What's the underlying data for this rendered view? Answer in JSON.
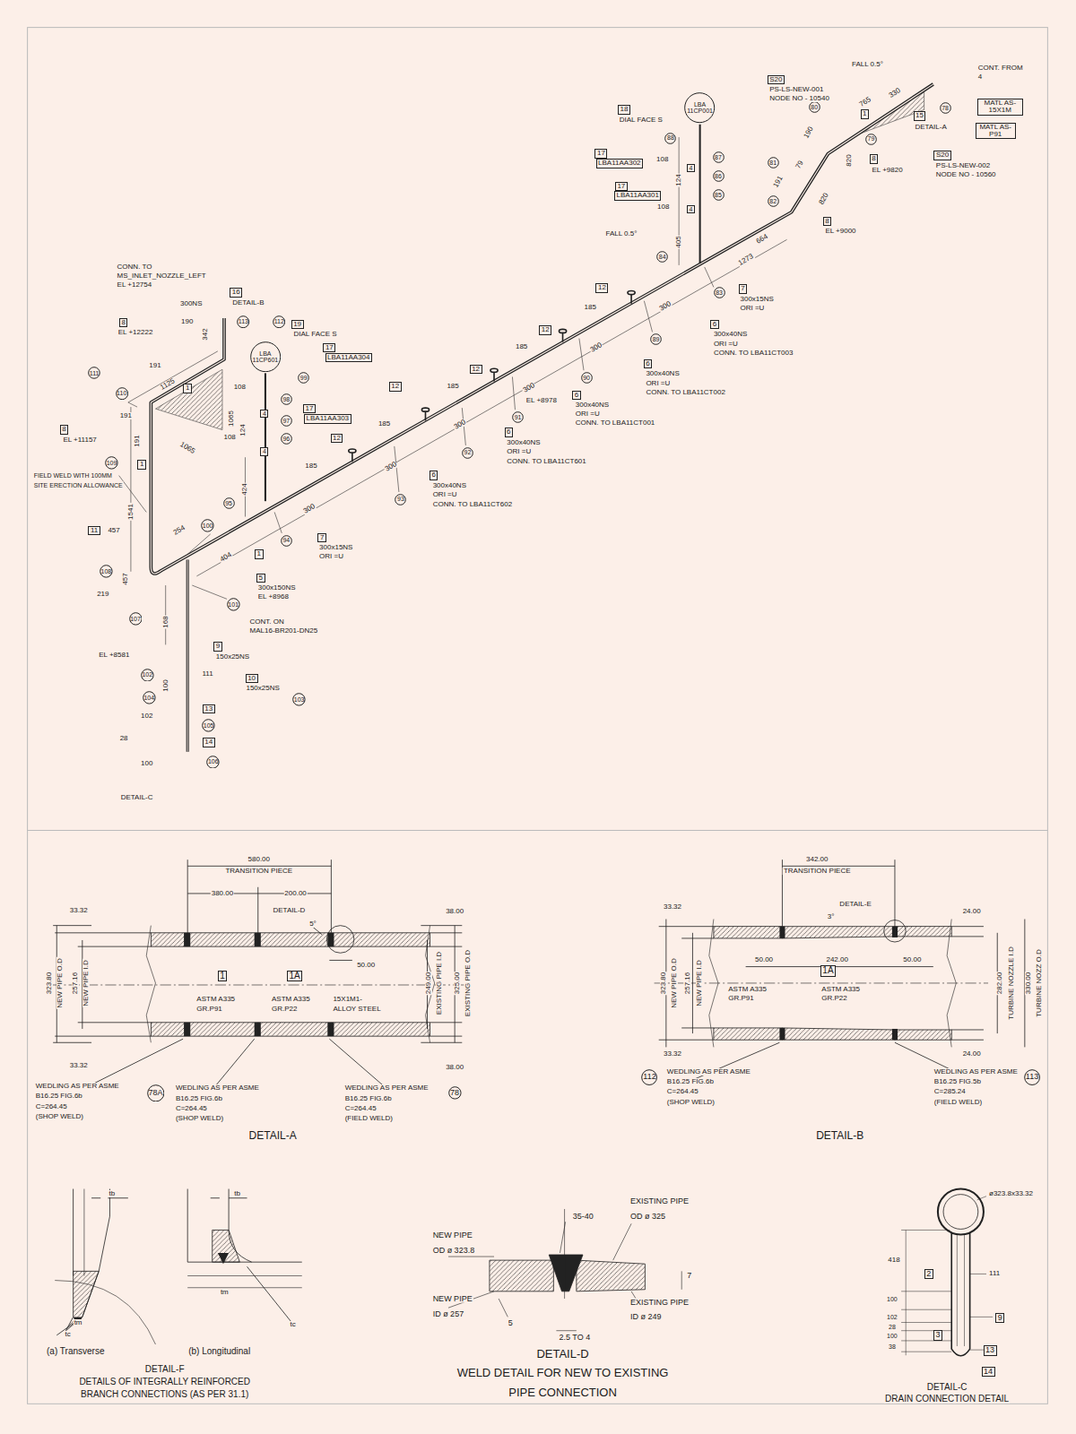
{
  "diagram": {
    "nodes": [
      {
        "text": [
          "S20"
        ]
      },
      {
        "text": [
          "MATL AS-15X1M"
        ]
      },
      {
        "text": [
          "MATL AS-P91"
        ]
      },
      {
        "text": [
          "1"
        ]
      },
      {
        "text": [
          "78"
        ]
      },
      {
        "text": [
          "15"
        ]
      },
      {
        "text": [
          "S20"
        ]
      },
      {
        "text": [
          "80"
        ]
      },
      {
        "text": [
          "79"
        ]
      },
      {
        "text": [
          "81"
        ]
      },
      {
        "text": [
          "82"
        ]
      },
      {
        "text": [
          "8"
        ]
      },
      {
        "text": [
          "8"
        ]
      },
      {
        "text": [
          "18"
        ]
      },
      {
        "text": [
          "LBA 11CP001"
        ]
      },
      {
        "text": [
          "88"
        ]
      },
      {
        "text": [
          "87"
        ]
      },
      {
        "text": [
          "86"
        ]
      },
      {
        "text": [
          "85"
        ]
      },
      {
        "text": [
          "17"
        ]
      },
      {
        "text": [
          "LBA11AA302"
        ]
      },
      {
        "text": [
          "17"
        ]
      },
      {
        "text": [
          "LBA11AA301"
        ]
      },
      {
        "text": [
          "4"
        ]
      },
      {
        "text": [
          "4"
        ]
      },
      {
        "text": [
          "84"
        ]
      },
      {
        "text": [
          "83"
        ]
      },
      {
        "text": [
          "7"
        ]
      },
      {
        "text": [
          "6"
        ]
      },
      {
        "text": [
          "12"
        ]
      },
      {
        "text": [
          "89"
        ]
      },
      {
        "text": [
          "12"
        ]
      },
      {
        "text": [
          "6"
        ]
      },
      {
        "text": [
          "90"
        ]
      },
      {
        "text": [
          "12"
        ]
      },
      {
        "text": [
          "6"
        ]
      },
      {
        "text": [
          "91"
        ]
      },
      {
        "text": [
          "12"
        ]
      },
      {
        "text": [
          "6"
        ]
      },
      {
        "text": [
          "92"
        ]
      },
      {
        "text": [
          "12"
        ]
      },
      {
        "text": [
          "6"
        ]
      },
      {
        "text": [
          "93"
        ]
      },
      {
        "text": [
          "16"
        ]
      },
      {
        "text": [
          "8"
        ]
      },
      {
        "text": [
          "19"
        ]
      },
      {
        "text": [
          "113"
        ]
      },
      {
        "text": [
          "112"
        ]
      },
      {
        "text": [
          "LBA 11CP601"
        ]
      },
      {
        "text": [
          "17"
        ]
      },
      {
        "text": [
          "LBA11AA304"
        ]
      },
      {
        "text": [
          "111"
        ]
      },
      {
        "text": [
          "99"
        ]
      },
      {
        "text": [
          "1"
        ]
      },
      {
        "text": [
          "110"
        ]
      },
      {
        "text": [
          "98"
        ]
      },
      {
        "text": [
          "4"
        ]
      },
      {
        "text": [
          "97"
        ]
      },
      {
        "text": [
          "17"
        ]
      },
      {
        "text": [
          "LBA11AA303"
        ]
      },
      {
        "text": [
          "8"
        ]
      },
      {
        "text": [
          "96"
        ]
      },
      {
        "text": [
          "4"
        ]
      },
      {
        "text": [
          "109"
        ]
      },
      {
        "text": [
          "1"
        ]
      },
      {
        "text": [
          "95"
        ]
      },
      {
        "text": [
          "100"
        ]
      },
      {
        "text": [
          "11"
        ]
      },
      {
        "text": [
          "7"
        ]
      },
      {
        "text": [
          "94"
        ]
      },
      {
        "text": [
          "1"
        ]
      },
      {
        "text": [
          "108"
        ]
      },
      {
        "text": [
          "5"
        ]
      },
      {
        "text": [
          "101"
        ]
      },
      {
        "text": [
          "107"
        ]
      },
      {
        "text": [
          "9"
        ]
      },
      {
        "text": [
          "102"
        ]
      },
      {
        "text": [
          "10"
        ]
      },
      {
        "text": [
          "103"
        ]
      },
      {
        "text": [
          "104"
        ]
      },
      {
        "text": [
          "13"
        ]
      },
      {
        "text": [
          "105"
        ]
      },
      {
        "text": [
          "14"
        ]
      },
      {
        "text": [
          "106"
        ]
      },
      {
        "text": [
          "1"
        ]
      },
      {
        "text": [
          "1A"
        ]
      },
      {
        "text": [
          "78A"
        ]
      },
      {
        "text": [
          "78"
        ]
      },
      {
        "text": [
          "1A"
        ]
      },
      {
        "text": [
          "112"
        ]
      },
      {
        "text": [
          "113"
        ]
      },
      {
        "text": [
          "2"
        ]
      },
      {
        "text": [
          "9"
        ]
      },
      {
        "text": [
          "3"
        ]
      },
      {
        "text": [
          "13"
        ]
      },
      {
        "text": [
          "14"
        ]
      }
    ],
    "labels": [
      "FALL 0.5°",
      "CONT. FROM",
      "4",
      "PS-LS-NEW-001",
      "NODE NO - 10540",
      "765",
      "330",
      "DETAIL-A",
      "PS-LS-NEW-002",
      "NODE NO - 10560",
      "190",
      "79",
      "191",
      "820",
      "820",
      "EL +9820",
      "EL +9000",
      "DIAL FACE S",
      "108",
      "124",
      "108",
      "405",
      "FALL 0.5°",
      "664",
      "1273",
      "300x15NS",
      "ORI =U",
      "300x40NS",
      "ORI =U",
      "CONN. TO LBA11CT003",
      "185",
      "300",
      "185",
      "300",
      "300x40NS",
      "ORI =U",
      "CONN. TO LBA11CT002",
      "185",
      "300",
      "EL +8978",
      "300x40NS",
      "ORI =U",
      "CONN. TO LBA11CT001",
      "185",
      "300",
      "300x40NS",
      "ORI =U",
      "CONN. TO LBA11CT601",
      "185",
      "300",
      "300x40NS",
      "ORI =U",
      "CONN. TO LBA11CT602",
      "300",
      "300x15NS",
      "ORI =U",
      "CONN. TO",
      "MS_INLET_NOZZLE_LEFT",
      "EL +12754",
      "DETAIL-B",
      "300NS",
      "190",
      "342",
      "EL +12222",
      "DIAL FACE S",
      "191",
      "1125",
      "108",
      "1065",
      "124",
      "108",
      "191",
      "191",
      "EL +11157",
      "1065",
      "FIELD WELD WITH 100MM",
      "SITE ERECTION ALLOWANCE",
      "1541",
      "424",
      "457",
      "254",
      "404",
      "300x150NS",
      "EL +8968",
      "457",
      "219",
      "168",
      "CONT. ON",
      "MAL16-BR201-DN25",
      "EL +8581",
      "150x25NS",
      "111",
      "100",
      "150x25NS",
      "102",
      "28",
      "100",
      "DETAIL-C",
      "580.00",
      "TRANSITION PIECE",
      "380.00",
      "200.00",
      "DETAIL-D",
      "5°",
      "33.32",
      "50.00",
      "38.00",
      "323.80",
      "NEW PIPE O.D",
      "257.16",
      "NEW PIPE I.D",
      "ASTM A335",
      "GR.P91",
      "ASTM A335",
      "GR.P22",
      "15X1M1-",
      "ALLOY STEEL",
      "249.00",
      "EXISTING PIPE I.D",
      "325.00",
      "EXISTING PIPE O.D",
      "33.32",
      "38.00",
      "WEDLING AS PER ASME",
      "B16.25 FIG.6b",
      "C=264.45",
      "(SHOP WELD)",
      "WEDLING AS PER ASME",
      "B16.25 FIG.6b",
      "C=264.45",
      "(SHOP WELD)",
      "WEDLING AS PER ASME",
      "B16.25 FIG.6b",
      "C=264.45",
      "(FIELD WELD)",
      "DETAIL-A",
      "342.00",
      "TRANSITION PIECE",
      "DETAIL-E",
      "3°",
      "33.32",
      "24.00",
      "50.00",
      "242.00",
      "50.00",
      "323.80",
      "NEW PIPE O.D",
      "257.16",
      "NEW PIPE I.D",
      "ASTM A335",
      "GR.P91",
      "ASTM A335",
      "GR.P22",
      "282.00",
      "TURBINE NOZZLE I.D",
      "330.00",
      "TURBINE NOZZ O.D",
      "33.32",
      "24.00",
      "WEDLING AS PER ASME",
      "B16.25 FIG.6b",
      "C=264.45",
      "(SHOP WELD)",
      "WEDLING AS PER ASME",
      "B16.25 FIG.5b",
      "C=285.24",
      "(FIELD WELD)",
      "DETAIL-B",
      "tb",
      "tm",
      "tc",
      "tb",
      "tm",
      "tc",
      "(a)  Transverse",
      "(b)  Longitudinal",
      "DETAIL-F",
      "DETAILS OF INTEGRALLY REINFORCED",
      "BRANCH CONNECTIONS (AS PER 31.1)",
      "35-40",
      "EXISTING PIPE",
      "OD ø 325",
      "NEW PIPE",
      "OD ø 323.8",
      "7",
      "NEW PIPE",
      "ID ø 257",
      "EXISTING PIPE",
      "ID ø 249",
      "5",
      "2.5 TO 4",
      "DETAIL-D",
      "WELD DETAIL FOR NEW TO EXISTING",
      "PIPE CONNECTION",
      "ø323.8x33.32",
      "418",
      "111",
      "100",
      "102",
      "28",
      "100",
      "38",
      "DETAIL-C",
      "DRAIN CONNECTION DETAIL"
    ]
  }
}
